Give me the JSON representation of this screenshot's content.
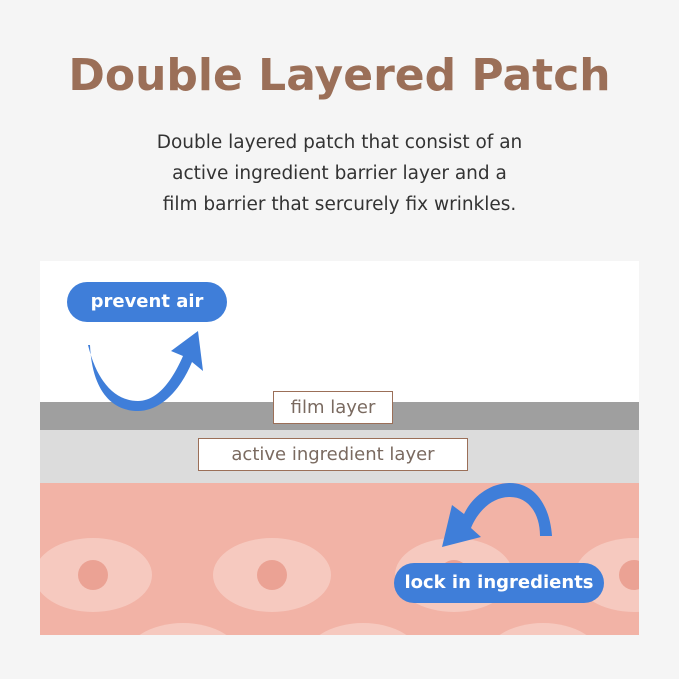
{
  "header": {
    "title": "Double Layered Patch",
    "subtitle_lines": [
      "Double layered patch that consist of an",
      "active ingredient barrier layer and a",
      "film barrier that sercurely fix wrinkles."
    ]
  },
  "diagram": {
    "badges": {
      "prevent_air": "prevent air",
      "lock_in": "lock in ingredients"
    },
    "layers": {
      "film": "film layer",
      "active": "active ingredient layer"
    }
  },
  "colors": {
    "title": "#9b6f58",
    "accent_blue": "#3f7ed9",
    "film_layer": "#9f9f9f",
    "active_layer": "#dcdcdc",
    "skin": "#f2b3a6"
  }
}
